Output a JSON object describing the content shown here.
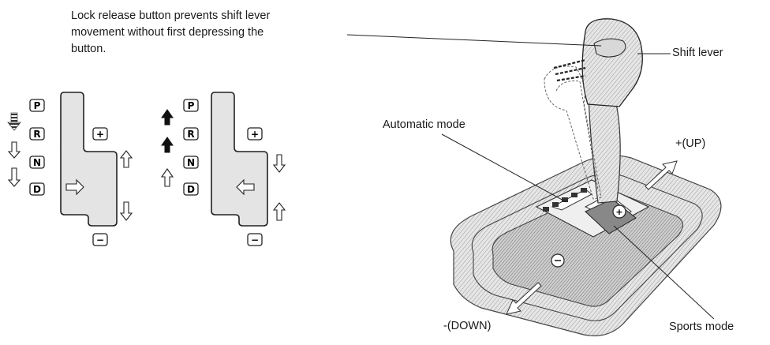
{
  "caption": {
    "line1": "Lock release button prevents shift lever",
    "line2": "movement without first depressing the",
    "line3": "button."
  },
  "callouts": {
    "shift_lever": "Shift lever",
    "automatic_mode": "Automatic mode",
    "up": "+(UP)",
    "down": "-(DOWN)",
    "sports_mode": "Sports mode"
  },
  "gate_left": {
    "gears": [
      "P",
      "R",
      "N",
      "D"
    ],
    "plus": "+",
    "minus": "−"
  },
  "gate_right": {
    "gears": [
      "P",
      "R",
      "N",
      "D"
    ],
    "plus": "+",
    "minus": "−"
  }
}
